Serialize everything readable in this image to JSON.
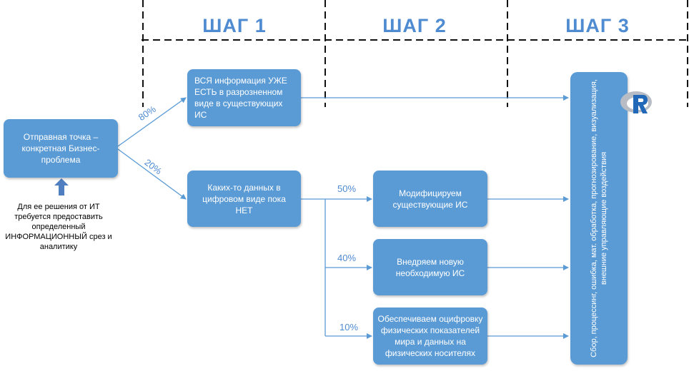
{
  "steps": [
    "ШАГ 1",
    "ШАГ 2",
    "ШАГ 3"
  ],
  "colors": {
    "box": "#5B9BD5",
    "connector": "#5B9BD5",
    "step_title": "#4F8BD1",
    "dashed": "#000000"
  },
  "start": {
    "label": "Отправная точка – конкретная Бизнес-проблема",
    "note": "Для ее решения от ИТ требуется предоставить определенный ИНФОРМАЦИОННЫЙ срез и аналитику"
  },
  "branches": {
    "existing": {
      "percent": "80%",
      "label": "ВСЯ информация УЖЕ ЕСТЬ в разрозненном виде в существующих ИС"
    },
    "missing": {
      "percent": "20%",
      "label": "Каких-то данных в цифровом виде пока НЕТ"
    }
  },
  "actions": [
    {
      "percent": "50%",
      "label": "Модифицируем существующие ИС"
    },
    {
      "percent": "40%",
      "label": "Внедряем новую необходимую ИС"
    },
    {
      "percent": "10%",
      "label": "Обеспечиваем оцифровку физических показателей мира и данных на физических носителях"
    }
  ],
  "final": {
    "label": "Сбор, процессинг, ошибка, мат. обработка, прогнозирование, визуализация, внешние управляющие воздействия",
    "logo_icon": "r-logo-icon"
  }
}
